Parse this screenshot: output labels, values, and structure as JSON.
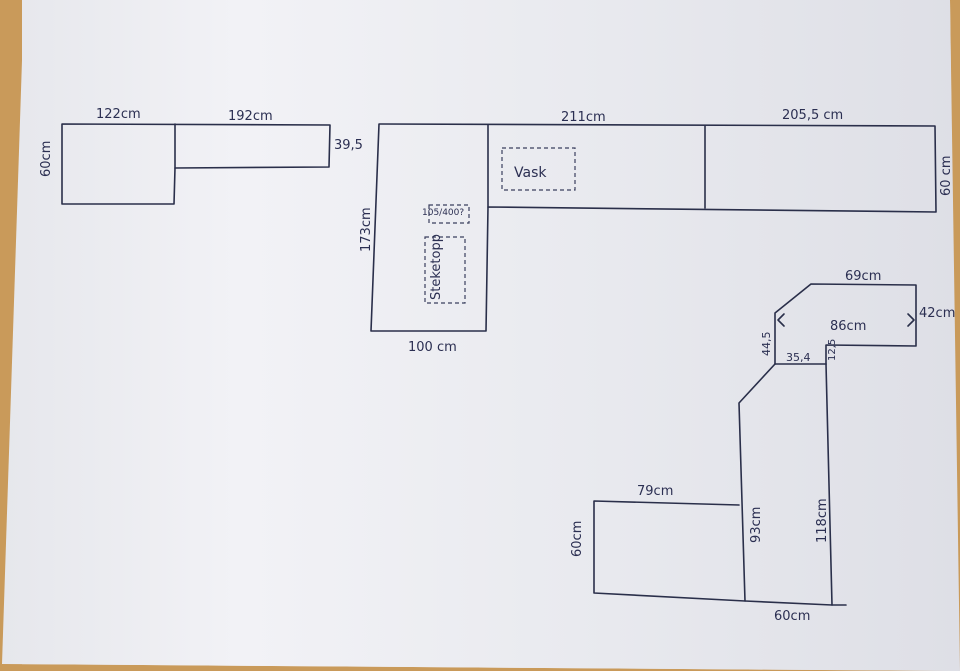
{
  "colors": {
    "wood": "#c99a5a",
    "paper": "#eeeff3",
    "ink": "#2a2f4a"
  },
  "labels": {
    "w122": "122cm",
    "w192": "192cm",
    "d60_left": "60cm",
    "d39": "39,5",
    "w211": "211cm",
    "w205": "205,5 cm",
    "d60_right": "60 cm",
    "d173": "173cm",
    "w100": "100 cm",
    "vask": "Vask",
    "steketopp": "Steketopp",
    "small_box": "105/400?",
    "w69": "69cm",
    "d42": "42cm",
    "w86": "86cm",
    "d44": "44,5",
    "w35": "35,4",
    "d12": "12,5",
    "w79": "79cm",
    "d93": "93cm",
    "d118": "118cm",
    "d60_bottom": "60cm",
    "w60_bottom": "60cm"
  }
}
